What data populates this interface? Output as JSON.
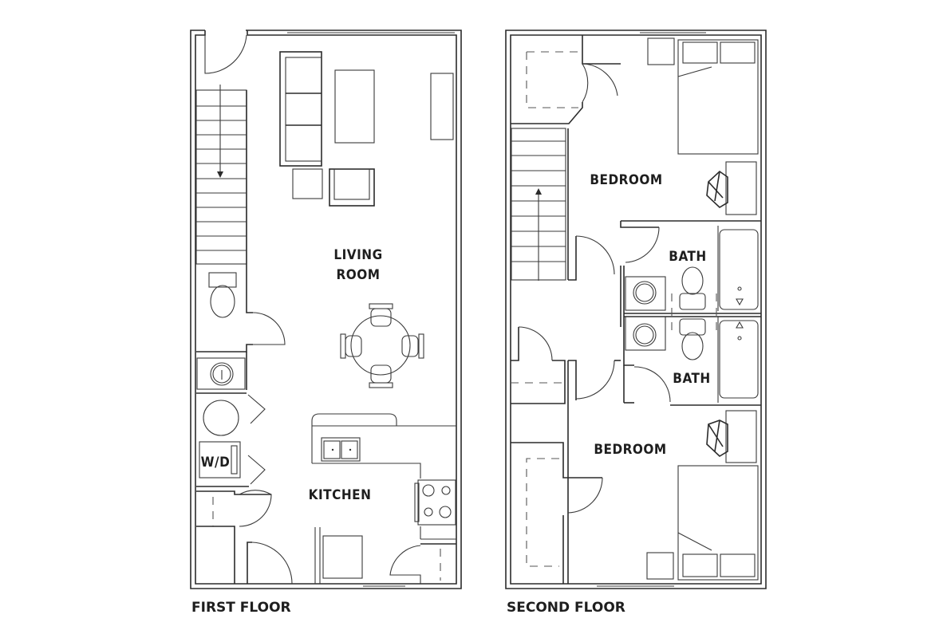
{
  "floors": [
    {
      "title": "FIRST FLOOR",
      "rooms": {
        "living_line1": "LIVING",
        "living_line2": "ROOM",
        "kitchen": "KITCHEN",
        "washer_dryer": "W/D"
      }
    },
    {
      "title": "SECOND FLOOR",
      "rooms": {
        "bedroom_top": "BEDROOM",
        "bath_top": "BATH",
        "bath_bottom": "BATH",
        "bedroom_bottom": "BEDROOM"
      }
    }
  ]
}
